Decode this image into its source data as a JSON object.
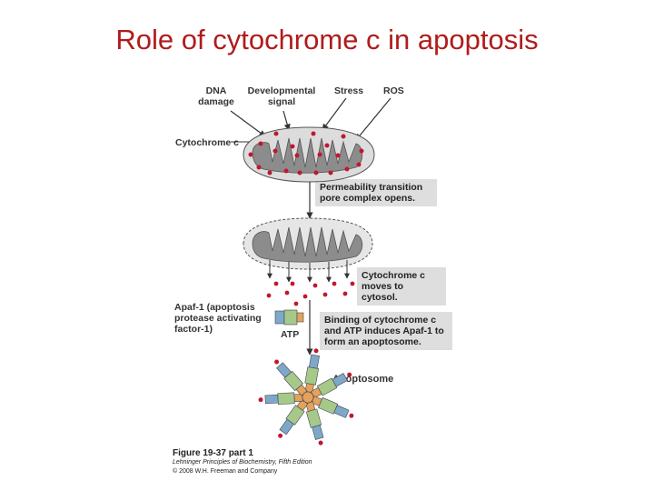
{
  "title": "Role of cytochrome c in apoptosis",
  "stimuli": {
    "dna": [
      "DNA",
      "damage"
    ],
    "developmental": [
      "Developmental",
      "signal"
    ],
    "stress": "Stress",
    "ros": "ROS"
  },
  "labels": {
    "cytochrome": "Cytochrome c",
    "apaf": [
      "Apaf-1 (apoptosis",
      "protease activating",
      "factor-1)"
    ],
    "atp": "ATP",
    "apoptosome": "Apoptosome"
  },
  "boxes": {
    "permeability": [
      "Permeability transition",
      "pore complex opens."
    ],
    "cyto_moves": [
      "Cytochrome c",
      "moves to cytosol."
    ],
    "binding": [
      "Binding of cytochrome c",
      "and ATP induces Apaf-1 to",
      "form an apoptosome."
    ]
  },
  "caption": {
    "figure": "Figure 19-37 part 1",
    "book": "Lehninger Principles of Biochemistry, Fifth Edition",
    "copyright": "© 2008 W.H. Freeman and Company"
  },
  "colors": {
    "title": "#b01c1c",
    "cytochrome_dot": "#c0172e",
    "membrane": "#8c8c8c",
    "apaf_blue": "#7ea8c8",
    "apaf_green": "#a6c98a",
    "apaf_orange": "#e4a25a"
  }
}
